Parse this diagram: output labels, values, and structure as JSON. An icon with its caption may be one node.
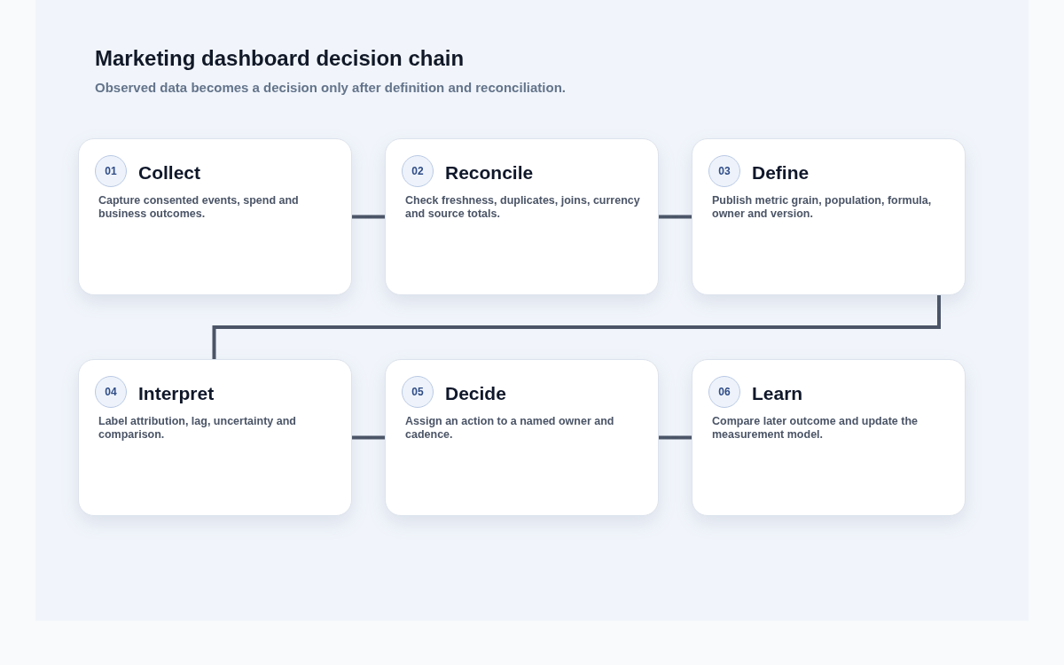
{
  "diagram": {
    "title": "Marketing dashboard decision chain",
    "caption": "Observed data becomes a decision only after definition and reconciliation.",
    "nodes": [
      {
        "text": [
          "01",
          "Collect",
          "Capture consented events, spend and business outcomes."
        ]
      },
      {
        "text": [
          "02",
          "Reconcile",
          "Check freshness, duplicates, joins, currency and source totals."
        ]
      },
      {
        "text": [
          "03",
          "Define",
          "Publish metric grain, population, formula, owner and version."
        ]
      },
      {
        "text": [
          "04",
          "Interpret",
          "Label attribution, lag, uncertainty and comparison."
        ]
      },
      {
        "text": [
          "05",
          "Decide",
          "Assign an action to a named owner and cadence."
        ]
      },
      {
        "text": [
          "06",
          "Learn",
          "Compare later outcome and update the measurement model."
        ]
      }
    ],
    "edges": [
      {
        "from": 0,
        "to": 1,
        "arrow": "none"
      },
      {
        "from": 1,
        "to": 2,
        "arrow": "none"
      },
      {
        "from": 2,
        "to": 3,
        "arrow": "none"
      },
      {
        "from": 3,
        "to": 4,
        "arrow": "none"
      },
      {
        "from": 4,
        "to": 5,
        "arrow": "none"
      }
    ]
  }
}
